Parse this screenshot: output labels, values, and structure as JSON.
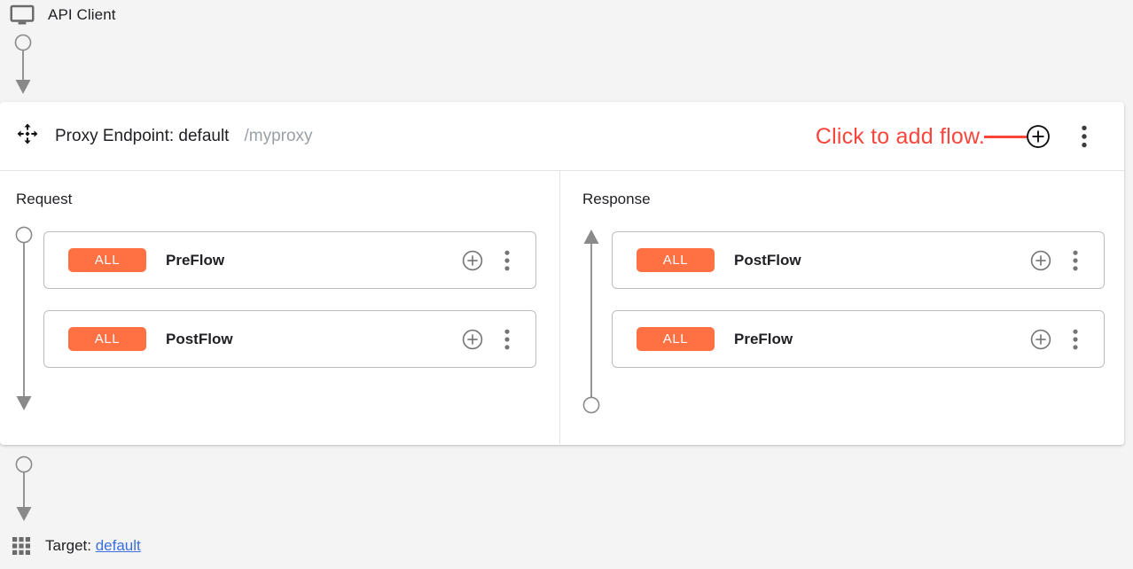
{
  "client": {
    "label": "API Client",
    "icon": "monitor-icon"
  },
  "endpoint": {
    "move_icon": "move-handle-icon",
    "title": "Proxy Endpoint: default",
    "path": "/myproxy",
    "hint_text": "Click to add flow.",
    "add_flow_icon": "plus-circle-icon",
    "menu_icon": "kebab-menu-icon"
  },
  "columns": [
    {
      "title": "Request",
      "direction": "down",
      "flows": [
        {
          "badge": "ALL",
          "name": "PreFlow",
          "add_icon": "plus-circle-icon",
          "menu_icon": "kebab-menu-icon"
        },
        {
          "badge": "ALL",
          "name": "PostFlow",
          "add_icon": "plus-circle-icon",
          "menu_icon": "kebab-menu-icon"
        }
      ]
    },
    {
      "title": "Response",
      "direction": "up",
      "flows": [
        {
          "badge": "ALL",
          "name": "PostFlow",
          "add_icon": "plus-circle-icon",
          "menu_icon": "kebab-menu-icon"
        },
        {
          "badge": "ALL",
          "name": "PreFlow",
          "add_icon": "plus-circle-icon",
          "menu_icon": "kebab-menu-icon"
        }
      ]
    }
  ],
  "target": {
    "icon": "grid-icon",
    "label": "Target:",
    "name": "default"
  },
  "colors": {
    "badge_orange": "#ff7043",
    "hint_red": "#f9463c",
    "link_blue": "#3b6fe0",
    "connector_gray": "#8a8a8a",
    "canvas_gray": "#f4f4f4",
    "panel_white": "#ffffff",
    "icon_gray": "#757575"
  }
}
